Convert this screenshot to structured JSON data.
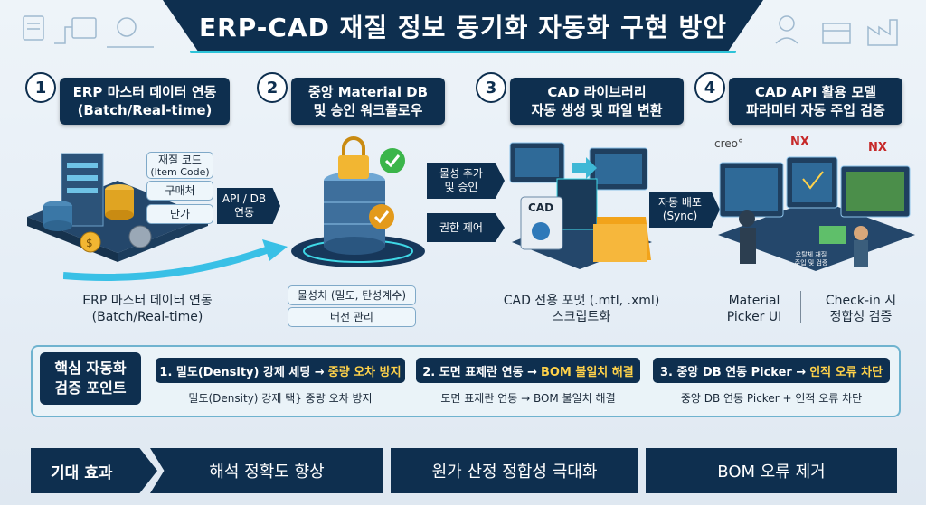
{
  "title": "ERP-CAD 재질 정보 동기화 자동화 구현 방안",
  "steps": [
    {
      "num": "1",
      "line1": "ERP 마스터 데이터 연동",
      "line2": "(Batch/Real-time)"
    },
    {
      "num": "2",
      "line1": "중앙 Material DB",
      "line2": "및 승인 워크플로우"
    },
    {
      "num": "3",
      "line1": "CAD 라이브러리",
      "line2": "자동 생성 및 파일 변환"
    },
    {
      "num": "4",
      "line1": "CAD API 활용 모델",
      "line2": "파라미터 자동 주입 검증"
    }
  ],
  "erp": {
    "chips": [
      "재질 코드",
      "(Item Code)",
      "구매처",
      "단가"
    ],
    "api_label_1": "API / DB",
    "api_label_2": "연동",
    "caption_1": "ERP 마스터 데이터 연동",
    "caption_2": "(Batch/Real-time)"
  },
  "db": {
    "chip_1": "물성치 (밀도, 탄성계수)",
    "chip_2": "버전 관리"
  },
  "flow": {
    "add_approve_1": "물성 추가",
    "add_approve_2": "및 승인",
    "permission": "권한 제어"
  },
  "cad_lib": {
    "file_label": "CAD",
    "caption_1": "CAD 전용 포맷 (.mtl, .xml)",
    "caption_2": "스크립트화",
    "deploy_1": "자동 배포",
    "deploy_2": "(Sync)"
  },
  "cad_api": {
    "brand_creo": "creo°",
    "brand_nx_1": "NX",
    "brand_nx_2": "NX",
    "tiny_label_1": "오탈체 재질",
    "tiny_label_2": "주입 및 검증",
    "picker_1": "Material",
    "picker_2": "Picker UI",
    "checkin_1": "Check-in 시",
    "checkin_2": "정합성 검증"
  },
  "verify": {
    "header_1": "핵심 자동화",
    "header_2": "검증 포인트",
    "points": [
      {
        "label": "1. 밀도(Density) 강제 세팅 →",
        "accent": "중량 오차 방지",
        "sub": "밀도(Density) 강제 택} 중량 오차 방지"
      },
      {
        "label": "2. 도면 표제란 연동 →",
        "accent": "BOM 불일치 해결",
        "sub": "도면 표제란 연동 → BOM 불일치 해결"
      },
      {
        "label": "3. 중앙 DB 연동 Picker →",
        "accent": "인적 오류 차단",
        "sub": "중앙 DB 연동 Picker + 인적 오류 차단"
      }
    ]
  },
  "effects": {
    "label": "기대 효과",
    "items": [
      "해석 정확도 향상",
      "원가 산정 정합성 극대화",
      "BOM 오류 제거"
    ]
  },
  "colors": {
    "navy": "#0e2f4f",
    "cyan": "#2dc3d8",
    "gold": "#f2b632",
    "green": "#3bb54a",
    "accent_yellow": "#ffd24a"
  }
}
